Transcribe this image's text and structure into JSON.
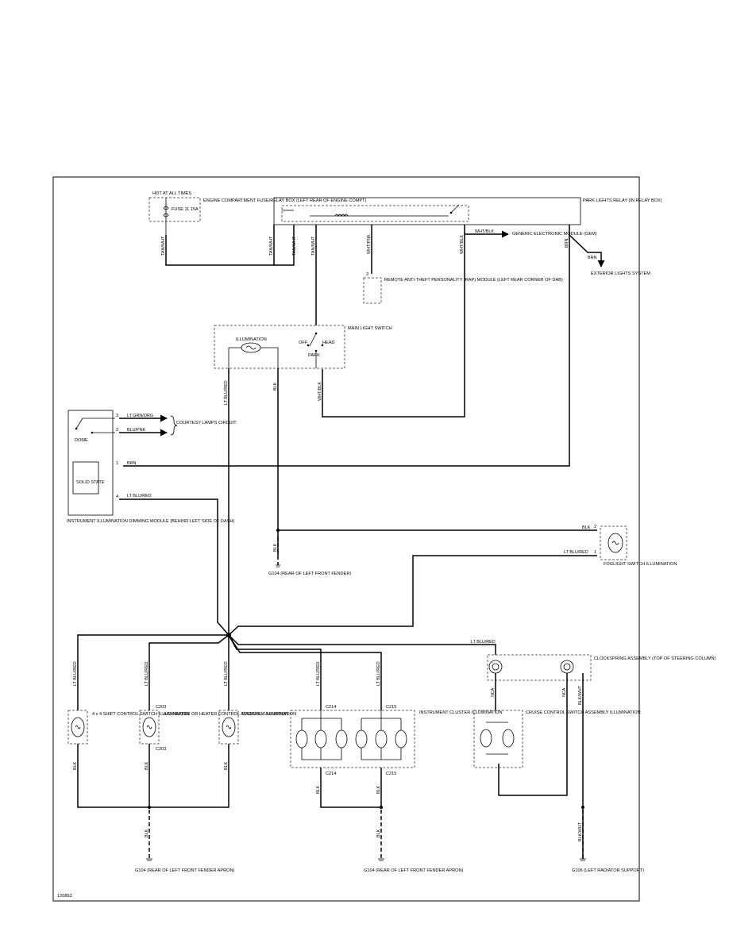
{
  "diagram_id": "120863",
  "power": {
    "hot_label": "HOT AT ALL TIMES",
    "fuse_label": "FUSE 11 15A",
    "fuse_box_label": "ENGINE COMPARTMENT FUSE/RELAY BOX (LEFT REAR OF ENGINE COMPT)"
  },
  "relay": {
    "label": "PARK LIGHTS RELAY (IN RELAY BOX)"
  },
  "gem": {
    "label": "GENERIC ELECTRONIC MODULE (GEM)",
    "wire": "WHT/BLK"
  },
  "exterior": {
    "label": "EXTERIOR LIGHTS SYSTEM",
    "wire": "BRN"
  },
  "rap": {
    "pin": "3",
    "label": "REMOTE ANTI-THEFT PERSONALITY (RAP) MODULE (LEFT REAR CORNER OF DAB)"
  },
  "main_switch": {
    "label": "MAIN LIGHT SWITCH",
    "illumination": "ILLUMINATION",
    "off": "OFF",
    "head": "HEAD",
    "park": "PARK"
  },
  "wires": {
    "tan_wht": "TAN/WHT",
    "wht_pnk": "WHT/PNK",
    "wht_blk": "WHT/BLK",
    "brn": "BRN",
    "lt_blu_red": "LT BLU/RED",
    "blk": "BLK",
    "lt_grn_org": "LT GRN/ORG",
    "blu_pnk": "BLU/PNK",
    "nca": "NCA",
    "blk_wht": "BLK/WHT",
    "wht_blk_lower": "WHT/BLK"
  },
  "dimmer": {
    "dome": "DOME",
    "solid_state": "SOLID STATE",
    "pin3": "3",
    "pin2": "2",
    "pin1": "1",
    "pin4": "4",
    "label": "INSTRUMENT ILLUMINATION DIMMING MODULE (BEHIND LEFT SIDE OF DASH)",
    "courtesy": "COURTESY LAMPS CIRCUIT"
  },
  "grounds": {
    "g104_mid": "G104 (REAR OF LEFT FRONT FENDER)",
    "g104_left": "G104 (REAR OF LEFT FRONT FENDER APRON)",
    "g104_center": "G104 (REAR OF LEFT FRONT FENDER APRON)",
    "g106": "G106 (LEFT RADIATOR SUPPORT)"
  },
  "foglight": {
    "label": "FOGLIGHT SWITCH ILLUMINATION",
    "pin2": "2",
    "pin1": "1"
  },
  "loads": {
    "shift": "4 x 4 SHIFT CONTROL SWITCH ILLUMINATION",
    "ac": "A/C-HEATER OR HEATER CONTROL ASSEMBLY ILLUMINATION",
    "c203a": "C203",
    "c203b": "C203",
    "radio": "RADIO ILLUMINATION",
    "cluster": "INSTRUMENT CLUSTER ILLUMINATION",
    "c214a": "C214",
    "c215a": "C215",
    "c214b": "C214",
    "c215b": "C215",
    "clockspring": "CLOCKSPRING ASSEMBLY (TOP OF STEERING COLUMN)",
    "cruise": "CRUISE CONTROL SWITCH ASSEMBLY ILLUMINATION"
  }
}
